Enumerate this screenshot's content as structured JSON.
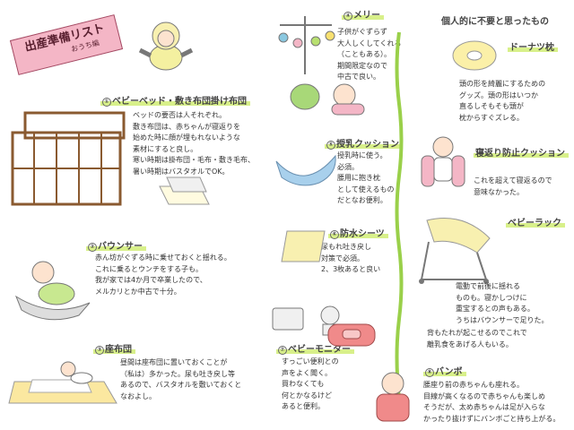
{
  "title": {
    "main": "出産準備リスト",
    "sub": "おうち編"
  },
  "unneeded_heading": "個人的に不要と思ったもの",
  "items": [
    {
      "num": "①",
      "name": "ベビーベッド・敷き布団掛け布団",
      "text": "ベッドの要否は人それぞれ。\n敷き布団は、赤ちゃんが寝返りを\n始めた時に顔が埋もれないような\n素材にすると良し。\n寒い時期は掛布団・毛布・敷き毛布、\n暑い時期はバスタオルでOK。"
    },
    {
      "num": "②",
      "name": "バウンサー",
      "text": "赤ん坊がぐずる時に乗せておくと揺れる。\nこれに乗るとウンチをする子も。\n我が家では4か月で卒業したので、\nメルカリとか中古で十分。"
    },
    {
      "num": "③",
      "name": "座布団",
      "text": "昼間は座布団に置いておくことが\n（私は）多かった。尿も吐き戻し等\nあるので、バスタオルを敷いておくと\nなおよし。"
    },
    {
      "num": "④",
      "name": "メリー",
      "text": "子供がぐずらず\n大人しくしてくれる\n（こともある）。\n期間限定なので\n中古で良い。"
    },
    {
      "num": "⑤",
      "name": "授乳クッション",
      "text": "授乳時に使う。\n必須。\n腰用に抱き枕\nとして使えるもの\nだとなお便利。"
    },
    {
      "num": "⑥",
      "name": "防水シーツ",
      "text": "尿もれ吐き戻し\n対策で必須。\n2、3枚あると良い"
    },
    {
      "num": "⑦",
      "name": "ベビーモニター",
      "text": "すっごい便利との\n声をよく聞く。\n買わなくても\n何とかなるけど\nあると便利。"
    },
    {
      "num": "⑧",
      "name": "バンボ",
      "text": "腰座り前の赤ちゃんも座れる。\n目線が高くなるので赤ちゃんも楽しめ\nそうだが、太め赤ちゃんは足が入らな\nかったり抜けずにバンボごと持ち上がる。"
    }
  ],
  "unneeded": [
    {
      "name": "ドーナツ枕",
      "text": "頭の形を綺麗にするための\nグッズ。頭の形はいつか\n直るしそもそも頭が\n枕からすぐズレる。"
    },
    {
      "name": "寝返り防止クッション",
      "text": "これを超えて寝返るので\n意味なかった。"
    },
    {
      "name": "ベビーラック",
      "text": "電動で前後に揺れる\nものも。寝かしつけに\n重宝するとの声もある。\nうちはバウンサーで足りた。"
    },
    {
      "name": "",
      "text": "背もたれが起こせるのでこれで\n離乳食をあげる人もいる。"
    }
  ],
  "colors": {
    "highlight": "#d8f08a",
    "tag": "#f4b6c6",
    "divider": "#9ad04a"
  }
}
